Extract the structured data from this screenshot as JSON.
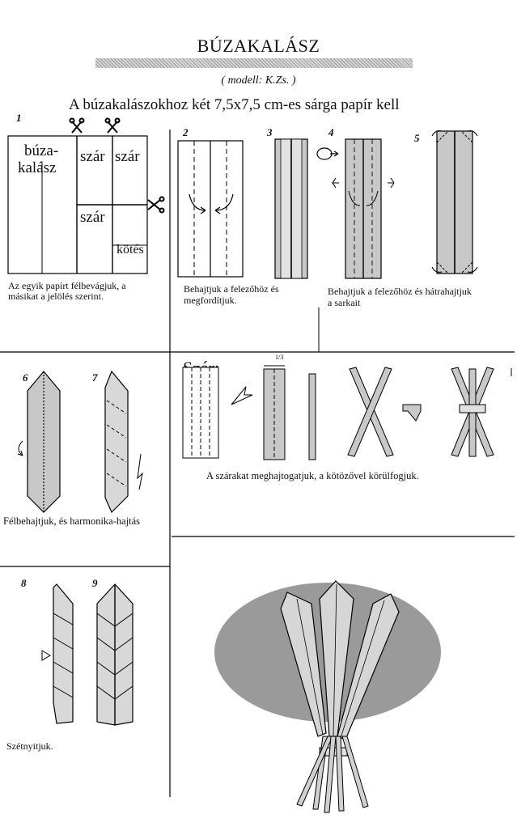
{
  "header": {
    "title": "BÚZAKALÁSZ",
    "credit": "( modell: K.Zs. )",
    "instruction": "A búzakalászokhoz két 7,5x7,5 cm-es sárga papír kell"
  },
  "steps": {
    "s1": "1",
    "s2": "2",
    "s3": "3",
    "s4": "4",
    "s5": "5",
    "s6": "6",
    "s7": "7",
    "s8": "8",
    "s9": "9"
  },
  "cut_diagram": {
    "label_buza": "búza-",
    "label_kalasz": "kalász",
    "label_szar1": "szár",
    "label_szar2": "szár",
    "label_szar3": "szár",
    "label_kotes": "kötés"
  },
  "captions": {
    "c1_line1": "Az egyik papírt félbevágjuk, a",
    "c1_line2": "másikat a jelölés szerint.",
    "c2_line1": "Behajtjuk a felezőhöz és",
    "c2_line2": "megfordítjuk.",
    "c4_line1": "Behajtjuk a felezőhöz és hátrahajtjuk",
    "c4_line2": "a sarkait",
    "c6": "Félbehajtjuk, és harmonika-hajtás",
    "szar_title": "Szár:",
    "szar_fraction": "1/3",
    "szar_caption": "A szárakat meghajtogatjuk, a kötözővel körülfogjuk.",
    "c8": "Szétnyitjuk."
  }
}
